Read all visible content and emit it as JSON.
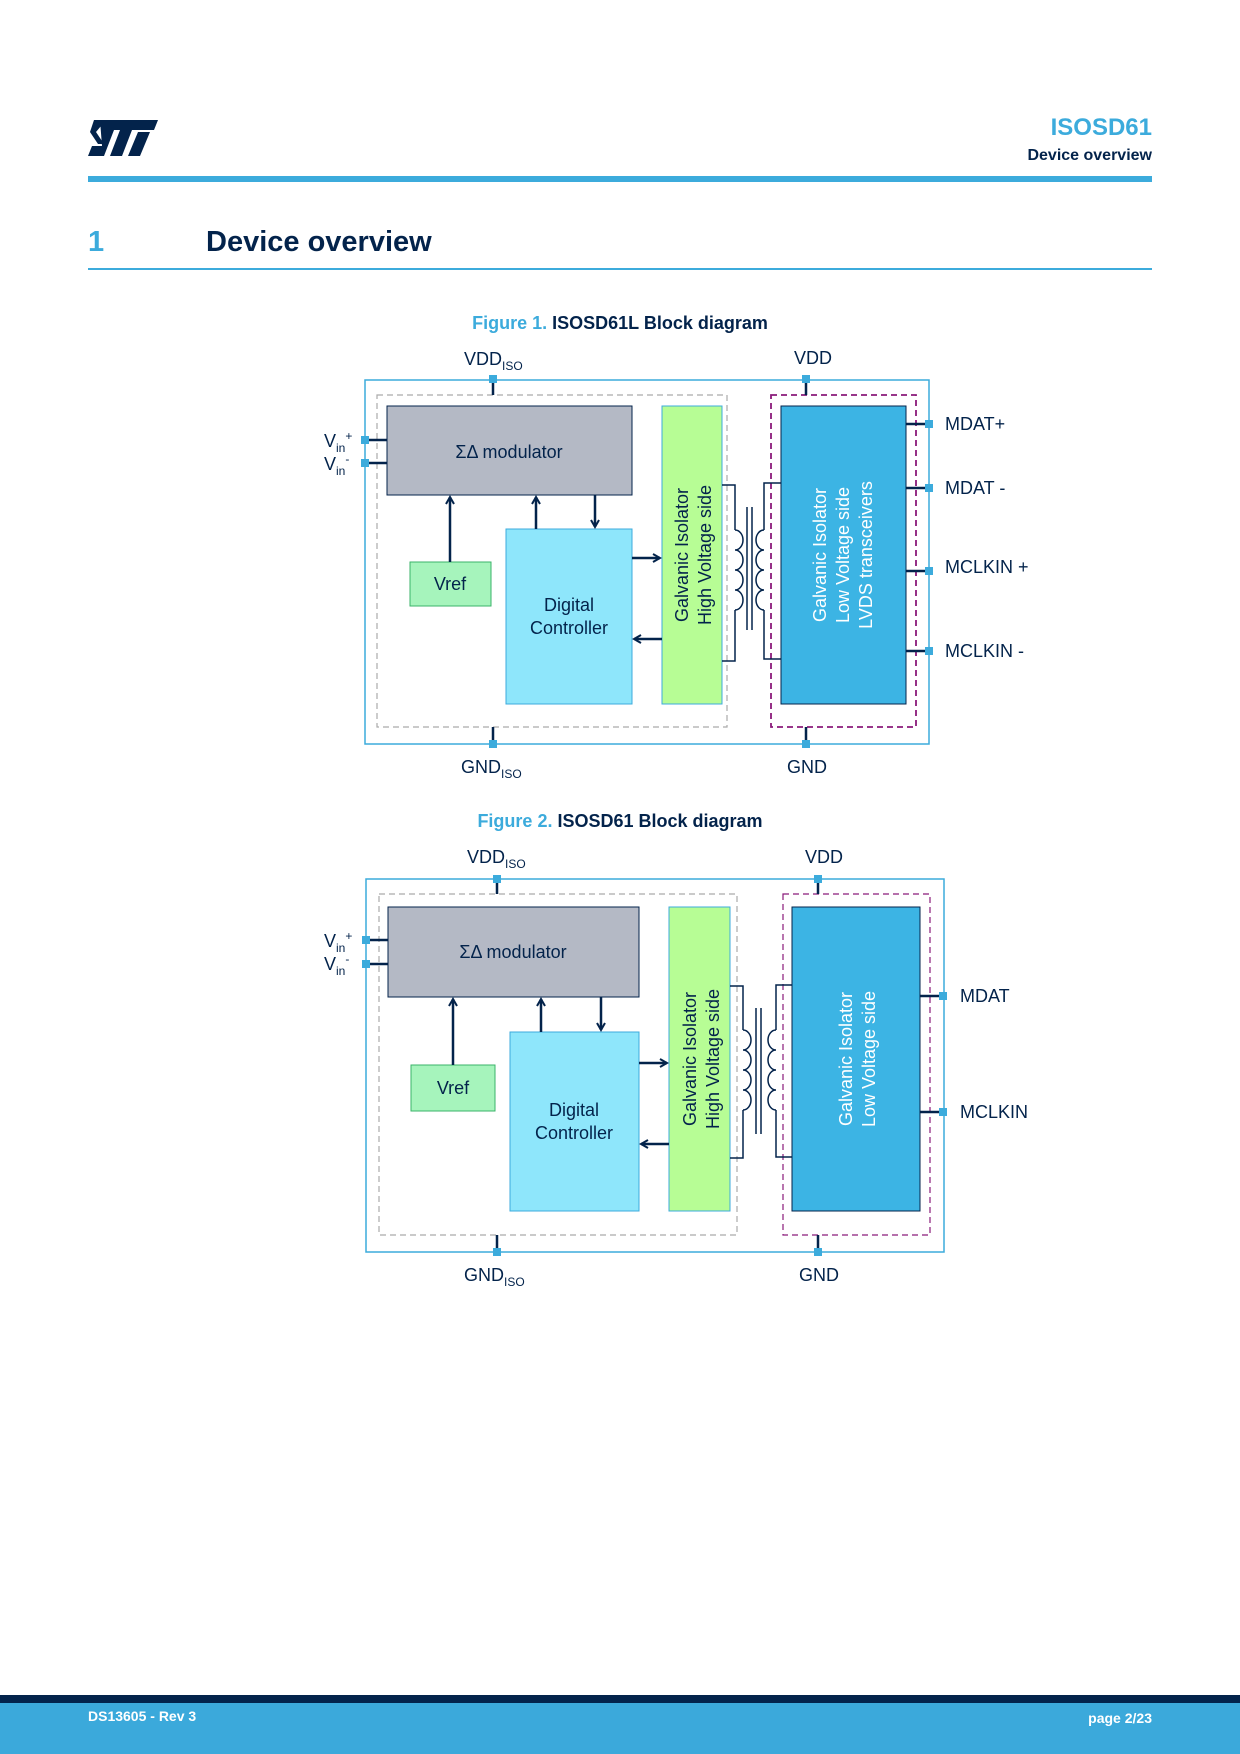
{
  "header": {
    "logo": "st-logo-icon",
    "product": "ISOSD61",
    "section": "Device overview"
  },
  "section": {
    "number": "1",
    "title": "Device overview"
  },
  "figures": [
    {
      "label": "Figure 1.",
      "title": "ISOSD61L Block diagram",
      "pins_top": {
        "vdd_iso": "VDD",
        "vdd_iso_sub": "ISO",
        "vdd": "VDD"
      },
      "pins_bottom": {
        "gnd_iso": "GND",
        "gnd_iso_sub": "ISO",
        "gnd": "GND"
      },
      "inputs": {
        "vin": "V",
        "vin_sub": "in",
        "plus": "+",
        "minus": "-"
      },
      "blocks": {
        "modulator": "ΣΔ modulator",
        "vref": "Vref",
        "controller_line1": "Digital",
        "controller_line2": "Controller",
        "hv_line1": "Galvanic Isolator",
        "hv_line2": "High Voltage side",
        "lv_line1": "Galvanic Isolator",
        "lv_line2": "Low Voltage side",
        "lv_line3": "LVDS transceivers"
      },
      "outputs": [
        "MDAT+",
        "MDAT -",
        "MCLKIN +",
        "MCLKIN -"
      ]
    },
    {
      "label": "Figure 2.",
      "title": "ISOSD61 Block diagram",
      "pins_top": {
        "vdd_iso": "VDD",
        "vdd_iso_sub": "ISO",
        "vdd": "VDD"
      },
      "pins_bottom": {
        "gnd_iso": "GND",
        "gnd_iso_sub": "ISO",
        "gnd": "GND"
      },
      "inputs": {
        "vin": "V",
        "vin_sub": "in",
        "plus": "+",
        "minus": "-"
      },
      "blocks": {
        "modulator": "ΣΔ modulator",
        "vref": "Vref",
        "controller_line1": "Digital",
        "controller_line2": "Controller",
        "hv_line1": "Galvanic Isolator",
        "hv_line2": "High Voltage side",
        "lv_line1": "Galvanic Isolator",
        "lv_line2": "Low Voltage side"
      },
      "outputs": [
        "MDAT",
        "MCLKIN"
      ]
    }
  ],
  "colors": {
    "accent": "#3cabdc",
    "navy": "#03234b",
    "modulator": "#b4b9c5",
    "vref": "#a6f4bc",
    "controller": "#8ee6fb",
    "hv": "#b7fd95",
    "lv": "#3cb4e4"
  },
  "footer": {
    "doc_id": "DS13605 - Rev 3",
    "page": "page 2/23"
  }
}
